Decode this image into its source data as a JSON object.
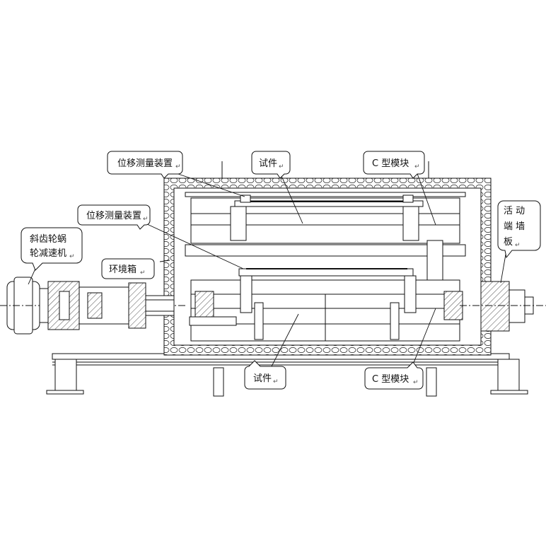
{
  "callouts": [
    {
      "id": "displacement-top",
      "lines": [
        "位移测量装置"
      ]
    },
    {
      "id": "specimen-top",
      "lines": [
        "试件"
      ]
    },
    {
      "id": "c-module-top",
      "lines": [
        "C 型模块"
      ]
    },
    {
      "id": "displacement-mid",
      "lines": [
        "位移测量装置"
      ]
    },
    {
      "id": "reducer",
      "lines": [
        "斜齿轮蜗",
        "轮减速机"
      ]
    },
    {
      "id": "env-box",
      "lines": [
        "环境箱"
      ]
    },
    {
      "id": "end-wall",
      "lines": [
        "活 动",
        "端 墙",
        "板"
      ]
    },
    {
      "id": "specimen-bottom",
      "lines": [
        "试件"
      ]
    },
    {
      "id": "c-module-bottom",
      "lines": [
        "C 型模块"
      ]
    }
  ],
  "return_mark": "↵"
}
